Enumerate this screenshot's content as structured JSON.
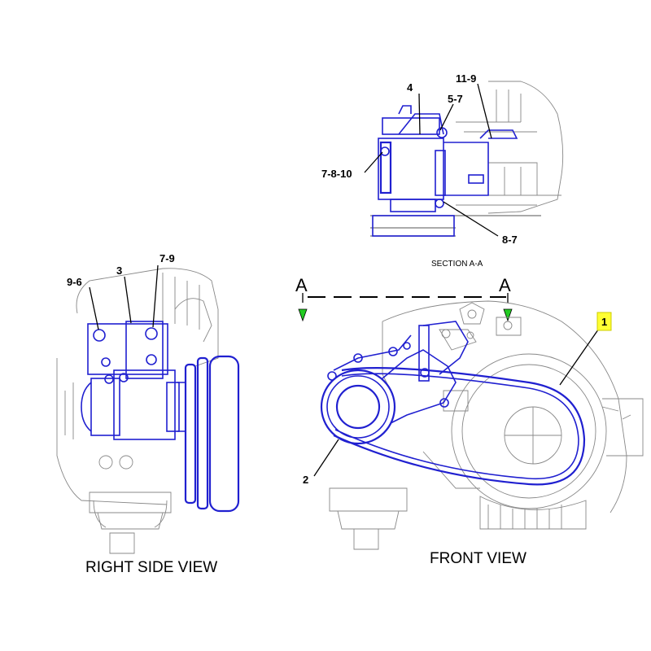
{
  "views": {
    "section": {
      "title": "SECTION A-A"
    },
    "right_side": {
      "title": "RIGHT SIDE VIEW"
    },
    "front": {
      "title": "FRONT VIEW"
    }
  },
  "section_markers": {
    "left": "A",
    "right": "A"
  },
  "callouts": {
    "c_4": "4",
    "c_11_9": "11-9",
    "c_5_7": "5-7",
    "c_7_8_10": "7-8-10",
    "c_8_7": "8-7",
    "c_9_6": "9-6",
    "c_3": "3",
    "c_7_9": "7-9",
    "c_1": "1",
    "c_2": "2"
  },
  "colors": {
    "part_highlight": "#2020d0",
    "background_lines": "#888888",
    "callout_highlight": "#ffff33",
    "section_arrow": "#22cc22"
  }
}
